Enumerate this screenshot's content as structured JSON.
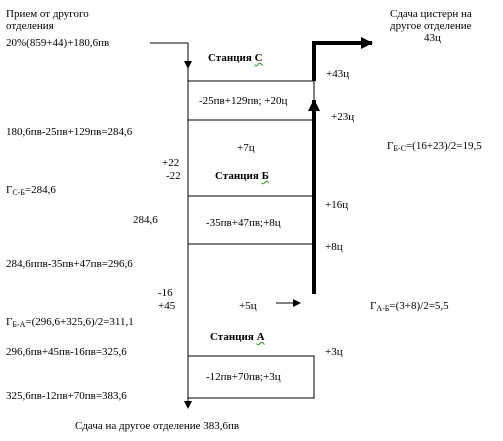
{
  "top_left": {
    "line1": "Прием от другого",
    "line2": "отделения",
    "line3": "20%(859+44)+180,6пв"
  },
  "top_right": {
    "line1": "Сдача цистерн на",
    "line2": "другое отделение",
    "line3": "43ц"
  },
  "station_c": {
    "title_main": "Станция ",
    "title_letter": "С",
    "box_text": "-25пв+129пв; +20ц"
  },
  "station_b": {
    "title_main": "Станция ",
    "title_letter": "Б",
    "box_text": "-35пв+47пв;+8ц"
  },
  "station_a": {
    "title_main": "Станция ",
    "title_letter": "А",
    "box_text": "-12пв+70пв;+3ц"
  },
  "right_labels": {
    "c43": "+43ц",
    "c23": "+23ц",
    "c16": "+16ц",
    "c8": "+8ц",
    "c3": "+3ц"
  },
  "mid_labels": {
    "plus7": "+7ц",
    "plus5": "+5ц"
  },
  "left_labels": {
    "l1": "180,6пв-25пв+129пв=284,6",
    "plus22": "+22",
    "minus22": "-22",
    "gcb_prefix": "Г",
    "gcb_sub": "С-Б",
    "gcb_value": "=284,6",
    "v284": "284,6",
    "l2": "284,6ппв-35пв+47пв=296,6",
    "minus16": "-16",
    "plus45": "+45",
    "gba_prefix": "Г",
    "gba_sub": "Б-А",
    "gba_value": "=(296,6+325,6)/2=311,1",
    "l3": "296,6пв+45пв-16пв=325,6",
    "l4": "325,6пв-12пв+70пв=383,6"
  },
  "right_formulas": {
    "gbc_prefix": "Г",
    "gbc_sub": "Б-С",
    "gbc_value": "=(16+23)/2=19,5",
    "gab_prefix": "Г",
    "gab_sub": "А-Б",
    "gab_value": "=(3+8)/2=5,5"
  },
  "bottom": {
    "text": "Сдача на другое отделение 383,6пв"
  }
}
